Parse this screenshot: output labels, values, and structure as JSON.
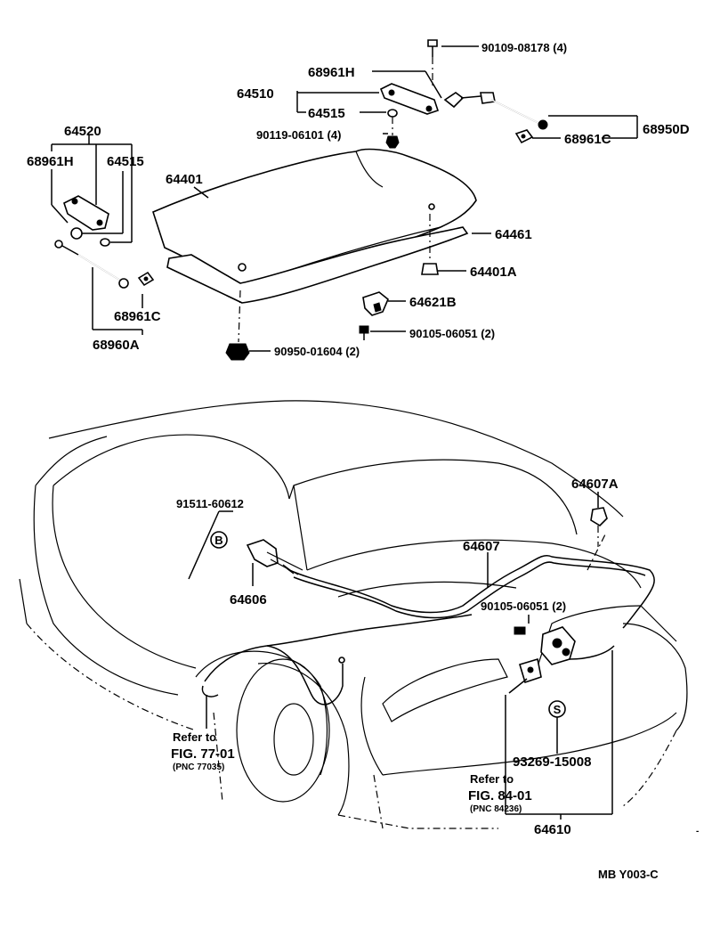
{
  "labels": {
    "p90109": "90109-08178 (4)",
    "p68961h_top": "68961H",
    "p64510": "64510",
    "p64515_top": "64515",
    "p90119": "90119-06101 (4)",
    "p68950d": "68950D",
    "p68961c_top": "68961C",
    "p64520": "64520",
    "p68961h_left": "68961H",
    "p64515_left": "64515",
    "p64401": "64401",
    "p64461": "64461",
    "p64401a": "64401A",
    "p64621b": "64621B",
    "p90105_top": "90105-06051 (2)",
    "p68961c_left": "68961C",
    "p68960a": "68960A",
    "p90950": "90950-01604 (2)",
    "p64607a": "64607A",
    "p91511": "91511-60612",
    "p64607": "64607",
    "p64606": "64606",
    "p90105_bottom": "90105-06051 (2)",
    "p93269": "93269-15008",
    "p64610": "64610",
    "callout_b": "B",
    "callout_s": "S",
    "ref1_line1": "Refer to",
    "ref1_line2": "FIG. 77-01",
    "ref1_line3": "(PNC 77035)",
    "ref2_line1": "Refer to",
    "ref2_line2": "FIG. 84-01",
    "ref2_line3": "(PNC 84236)",
    "code": "MB  Y003-C"
  }
}
